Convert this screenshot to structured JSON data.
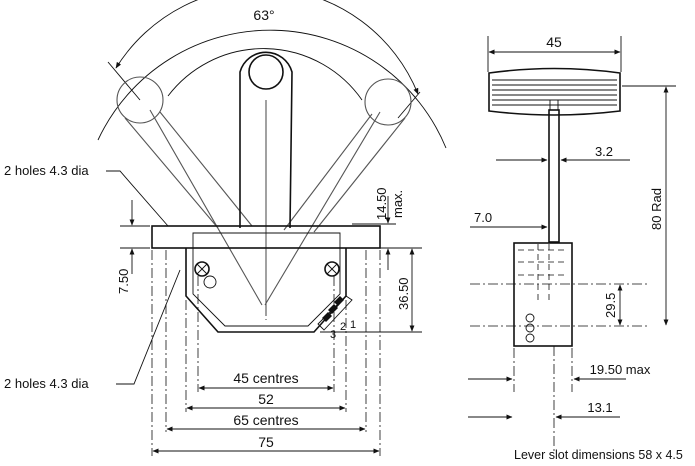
{
  "front_view": {
    "angle_label": "63°",
    "holes_top_label": "2 holes 4.3 dia",
    "holes_bottom_label": "2 holes 4.3 dia",
    "dim_14_50": "14.50",
    "dim_max": "max.",
    "dim_7_50": "7.50",
    "dim_36_50": "36.50",
    "dim_45_centres": "45 centres",
    "dim_52": "52",
    "dim_65_centres": "65 centres",
    "dim_75": "75",
    "terminal_1": "1",
    "terminal_2": "2",
    "terminal_3": "3"
  },
  "side_view": {
    "dim_45": "45",
    "dim_3_2": "3.2",
    "dim_80_rad": "80 Rad",
    "dim_7_0": "7.0",
    "dim_29_5": "29.5",
    "dim_19_50_max": "19.50 max",
    "dim_13_1": "13.1",
    "lever_slot_note": "Lever slot dimensions 58 x 4.5"
  }
}
